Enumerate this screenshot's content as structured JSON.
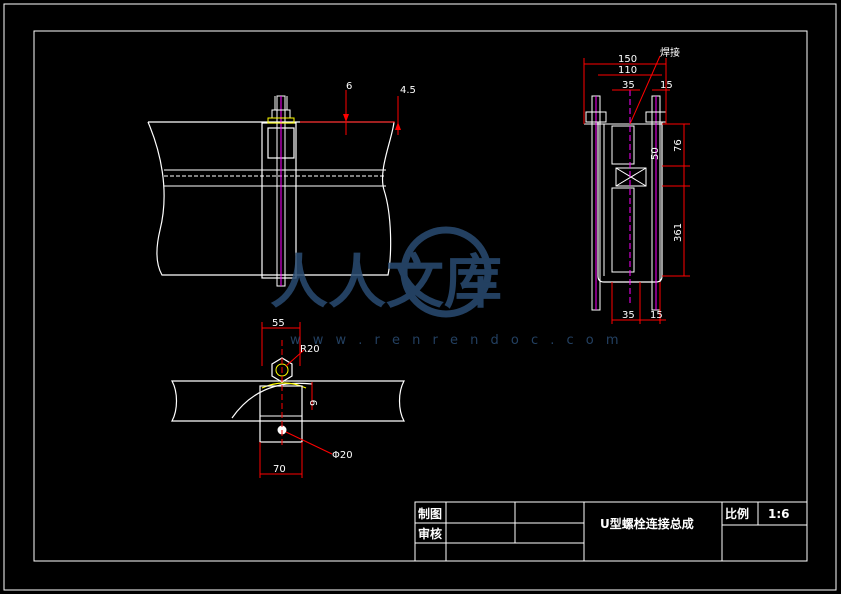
{
  "colors": {
    "background": "#000000",
    "outline": "#ffffff",
    "dimension": "#ff0000",
    "bolt": "#ff00ff",
    "highlight": "#ffff00",
    "watermark": "#2a4c72"
  },
  "front_view": {
    "dims": {
      "d1": "6",
      "d2": "4.5"
    }
  },
  "side_view": {
    "weld_label": "焊接",
    "dims": {
      "w150": "150",
      "w110": "110",
      "w35": "35",
      "w15": "15",
      "h76": "76",
      "h50": "50",
      "h361": "361",
      "b35": "35",
      "b15": "15"
    }
  },
  "top_view": {
    "dims": {
      "w55": "55",
      "r20": "R20",
      "h9": "9",
      "w70": "70",
      "d20": "Φ20"
    }
  },
  "title_block": {
    "drawn_label": "制图",
    "check_label": "审核",
    "drawing_title": "U型螺栓连接总成",
    "scale_label": "比例",
    "scale_value": "1:6"
  },
  "watermark": {
    "brand": "人人文库",
    "url": "w w w . r e n r e n d o c . c o m"
  }
}
